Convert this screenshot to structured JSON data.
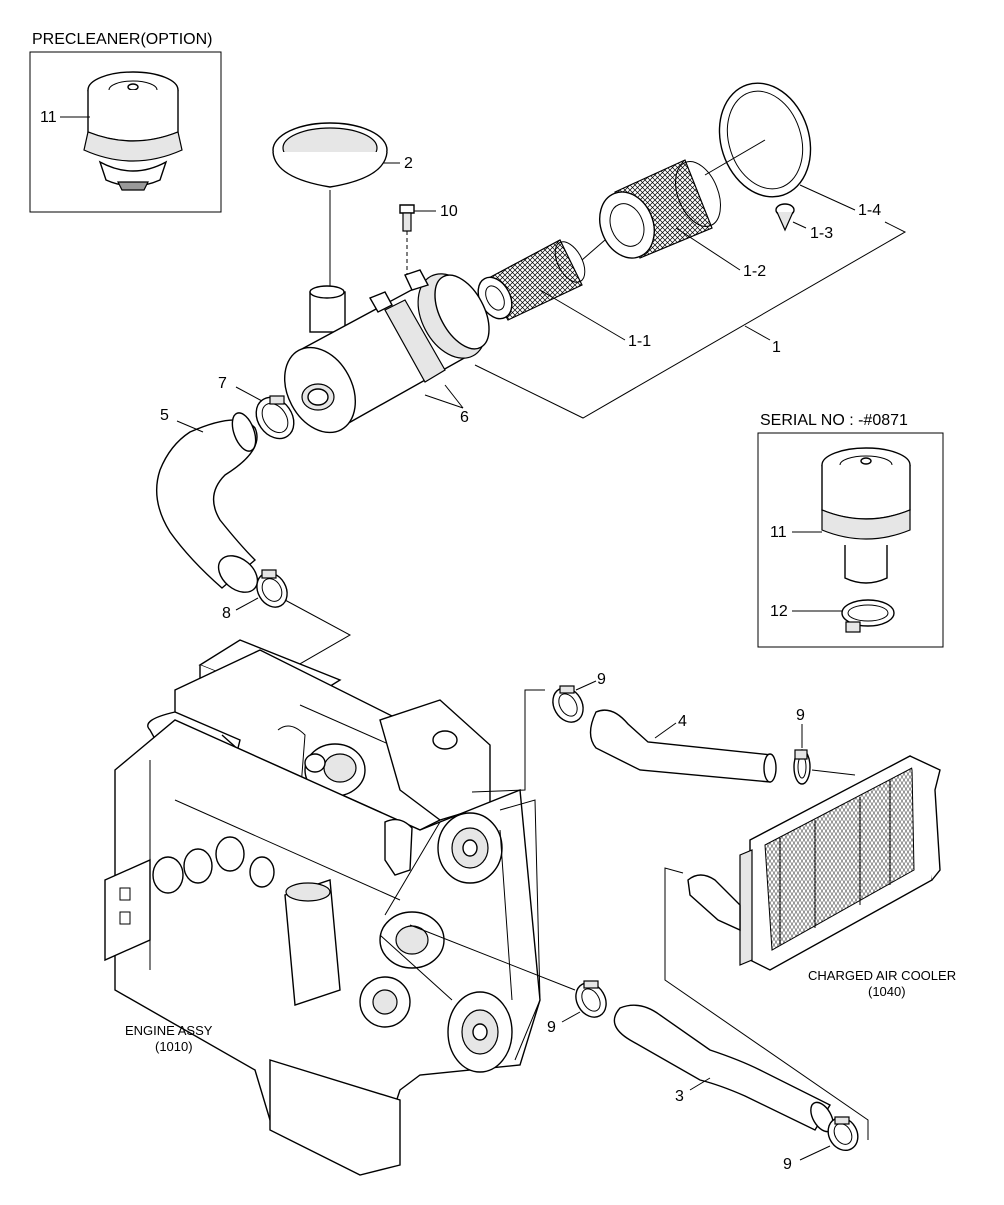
{
  "boxes": {
    "precleaner_option": "PRECLEANER(OPTION)",
    "serial_no": "SERIAL NO : -#0871"
  },
  "assemblies": {
    "engine_name": "ENGINE ASSY",
    "engine_code": "(1010)",
    "cooler_name": "CHARGED AIR COOLER",
    "cooler_code": "(1040)"
  },
  "callouts": {
    "p11a": "11",
    "p2": "2",
    "p10": "10",
    "p1_4": "1-4",
    "p1_3": "1-3",
    "p1_2": "1-2",
    "p1_1": "1-1",
    "p1": "1",
    "p7": "7",
    "p6": "6",
    "p5": "5",
    "p8": "8",
    "p11b": "11",
    "p12": "12",
    "p9a": "9",
    "p4": "4",
    "p9b": "9",
    "p9c": "9",
    "p3": "3",
    "p9d": "9"
  }
}
